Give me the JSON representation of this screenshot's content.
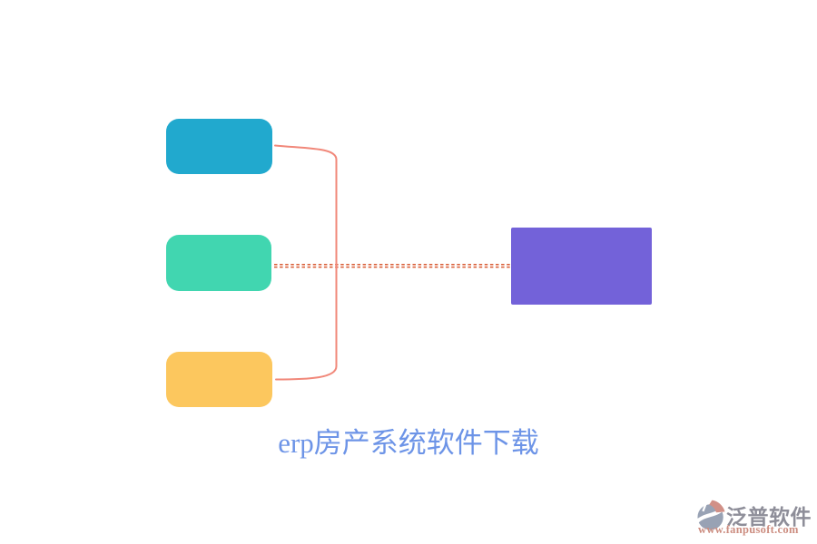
{
  "canvas": {
    "background": "#ffffff"
  },
  "diagram": {
    "type": "mindmap",
    "nodes": [
      {
        "id": "node-top",
        "label": "",
        "color": "#21a9ce",
        "shape": "rounded-rect"
      },
      {
        "id": "node-middle",
        "label": "",
        "color": "#41d6b0",
        "shape": "rounded-rect"
      },
      {
        "id": "node-bottom",
        "label": "",
        "color": "#fcc75e",
        "shape": "rounded-rect"
      },
      {
        "id": "node-right",
        "label": "",
        "color": "#7362d9",
        "shape": "rect"
      }
    ],
    "edges": [
      {
        "from": "node-top",
        "to": "node-bottom",
        "style": "solid-bracket",
        "color": "#f1887a"
      },
      {
        "from": "node-middle",
        "to": "node-right",
        "style": "double-dashed",
        "color": "#d95c35"
      }
    ]
  },
  "title": {
    "text": "erp房产系统软件下载",
    "color": "#6d94e7"
  },
  "watermark": {
    "brand": "泛普软件",
    "url": "www.fanpusoft.com",
    "brand_color": "#8e8e99",
    "url_color": "#cc8d80",
    "logo": {
      "body_color": "#98a2b4",
      "accent_color": "#d19087"
    }
  }
}
